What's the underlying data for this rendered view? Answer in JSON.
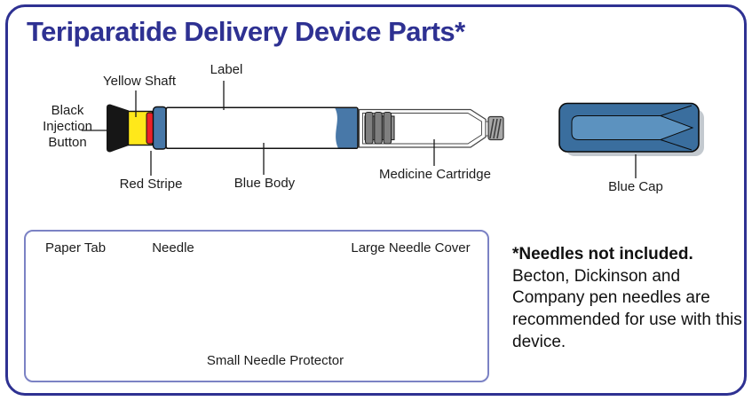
{
  "title": "Teriparatide Delivery Device Parts*",
  "device_labels": {
    "label": "Label",
    "yellow_shaft": "Yellow Shaft",
    "black_injection_button": "Black Injection Button",
    "red_stripe": "Red Stripe",
    "blue_body": "Blue Body",
    "medicine_cartridge": "Medicine Cartridge",
    "blue_cap": "Blue Cap"
  },
  "needle_parts_box": {
    "paper_tab": "Paper Tab",
    "needle": "Needle",
    "large_needle_cover": "Large Needle Cover",
    "small_needle_protector": "Small Needle Protector"
  },
  "footnote": {
    "heading": "*Needles not included.",
    "body": "Becton, Dickinson and Company pen needles are recommended for use with this device."
  },
  "colors": {
    "border_navy": "#2E3192",
    "title_navy": "#2E3192",
    "pen_yellow": "#FFE81A",
    "pen_red": "#EC2027",
    "pen_blue": "#4878A8",
    "cap_blue_dark": "#3A6E9E",
    "cap_blue_light": "#5C92BF",
    "box_border_purple": "#7B82C4",
    "paper_tab_purple": "#978CC0"
  }
}
